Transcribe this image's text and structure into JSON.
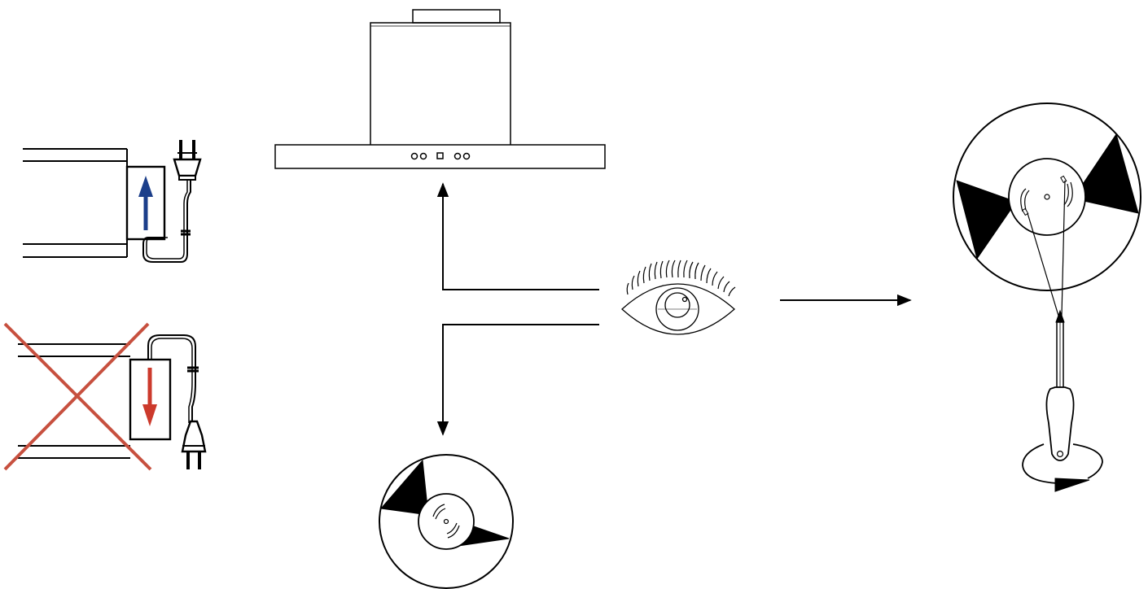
{
  "colors": {
    "line": "#000000",
    "correct_arrow": "#1c3f8a",
    "wrong_arrow": "#cc3a2c",
    "cross": "#c7503f",
    "background": "#ffffff"
  },
  "panels": {
    "correct_plug_orientation": {
      "icon": "plug-icon",
      "arrow": "up-arrow-icon",
      "status": "correct"
    },
    "incorrect_plug_orientation": {
      "icon": "plug-icon",
      "arrow": "down-arrow-icon",
      "status": "incorrect",
      "mark": "cross-icon"
    },
    "hood": {
      "icon": "range-hood-icon",
      "controls": [
        "circle",
        "circle",
        "square",
        "circle",
        "circle"
      ]
    },
    "inspection": {
      "icon": "eye-icon"
    },
    "motor_disc": {
      "icon": "disc-icon"
    },
    "adjustment": {
      "icon": "screwdriver-icon",
      "rotation": "rotate-arrow-icon"
    }
  }
}
